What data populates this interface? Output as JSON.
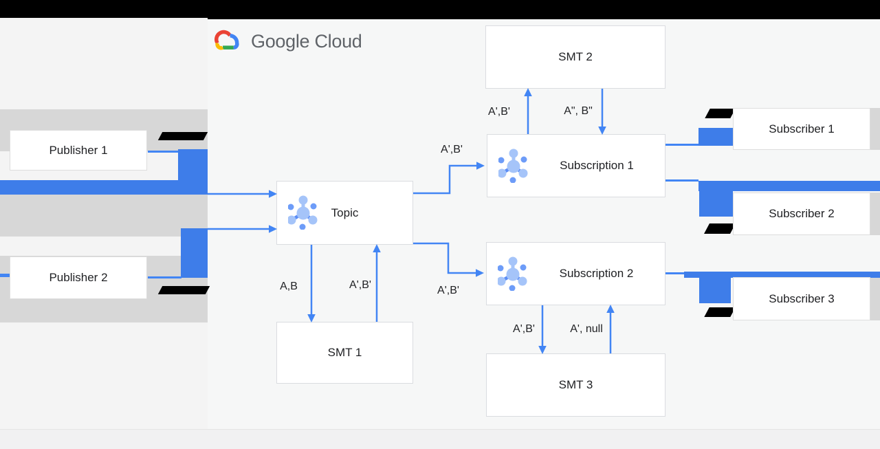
{
  "header": {
    "logo_text": "Google Cloud"
  },
  "nodes": {
    "publisher1": {
      "label": "Publisher 1"
    },
    "publisher2": {
      "label": "Publisher 2"
    },
    "topic": {
      "label": "Topic"
    },
    "smt1": {
      "label": "SMT 1"
    },
    "smt2": {
      "label": "SMT 2"
    },
    "smt3": {
      "label": "SMT 3"
    },
    "subscription1": {
      "label": "Subscription 1"
    },
    "subscription2": {
      "label": "Subscription 2"
    },
    "subscriber1": {
      "label": "Subscriber 1"
    },
    "subscriber2": {
      "label": "Subscriber 2"
    },
    "subscriber3": {
      "label": "Subscriber 3"
    }
  },
  "edge_labels": {
    "topic_to_sub1": "A',B'",
    "topic_to_sub2": "A',B'",
    "topic_to_smt1": "A,B",
    "smt1_to_topic": "A',B'",
    "sub1_to_smt2": "A',B'",
    "smt2_to_sub1": "A\", B\"",
    "sub2_to_smt3": "A',B'",
    "smt3_to_sub2": "A', null"
  },
  "colors": {
    "arrow_blue": "#4285f4",
    "bar_blue": "#3e7de9",
    "band_gray": "#d7d7d7",
    "redaction_black": "#000000",
    "icon_light_blue": "#a5c4f9",
    "icon_dark_blue": "#6d9cf8",
    "logo_text_gray": "#5f6368"
  },
  "icons": [
    "google-cloud-logo-icon",
    "pubsub-topic-icon",
    "pubsub-subscription-icon"
  ]
}
